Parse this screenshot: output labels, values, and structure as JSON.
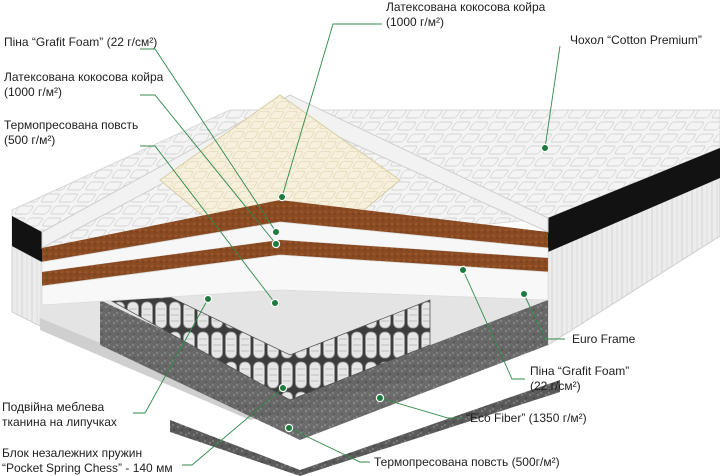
{
  "labels": {
    "latex_coir_top": [
      "Латексована кокосова койра",
      "(1000 г/м²)"
    ],
    "cover": "Чохол “Cotton Premium”",
    "grafit_top": "Піна “Grafit Foam” (22 г/см²)",
    "latex_coir_left": [
      "Латексована кокосова койра",
      "(1000 г/м²)"
    ],
    "felt_left": [
      "Термопресована повсть",
      "(500 г/м²)"
    ],
    "euro_frame": "Euro Frame",
    "grafit_right": [
      "Піна “Grafit Foam”",
      "(22 г/см²)"
    ],
    "double_fabric": [
      "Подвійна меблева",
      "тканина на липучках"
    ],
    "eco_fiber": "“Eco Fiber” (1350 г/м²)",
    "spring_block": [
      "Блок незалежних пружин",
      "“Pocket Spring Chess” - 140 мм"
    ],
    "felt_bottom": "Термопресована повсть (500г/м²)"
  },
  "colors": {
    "accent": "#1f7a3d",
    "leader": "#2f8a4b",
    "text": "#1e1e1e",
    "coir": "#8a4a22",
    "cover_edge": "#111111"
  }
}
